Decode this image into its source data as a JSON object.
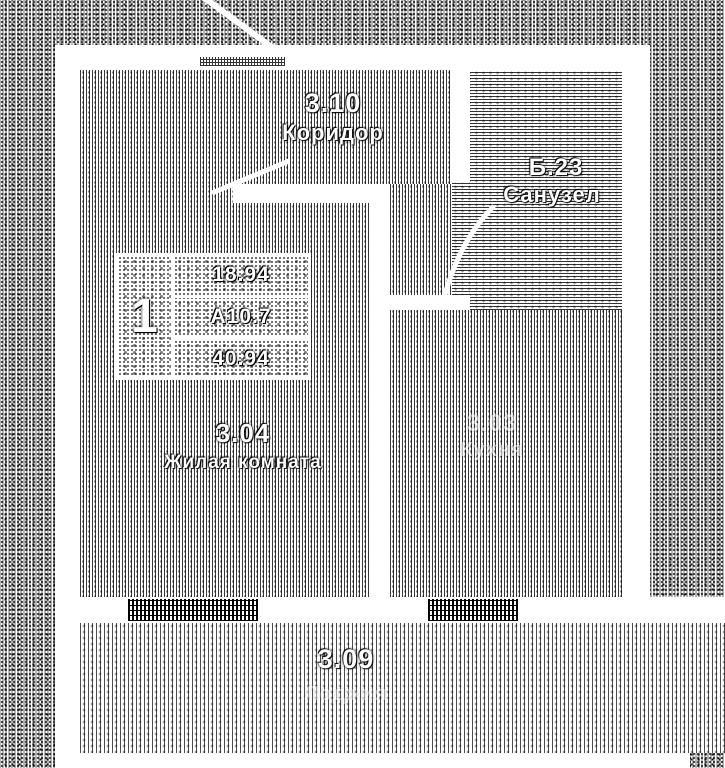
{
  "plan": {
    "rooms": {
      "corridor": {
        "number": "3.10",
        "name": "Коридор"
      },
      "bathroom": {
        "number": "Б.23",
        "name": "Санузел"
      },
      "living": {
        "number": "3.04",
        "name": "Жилая комната"
      },
      "kitchen": {
        "number": "3.03",
        "name": "Кухня"
      },
      "loggia": {
        "number": "3.09",
        "name": "Лоджия"
      }
    },
    "stamp": {
      "apartment_rooms": "1",
      "area_rows": [
        "18.94",
        "А10.7",
        "40.94"
      ]
    },
    "colors": {
      "wall": "#ffffff",
      "ink": "#000000",
      "label_text": "#ffffff"
    }
  }
}
